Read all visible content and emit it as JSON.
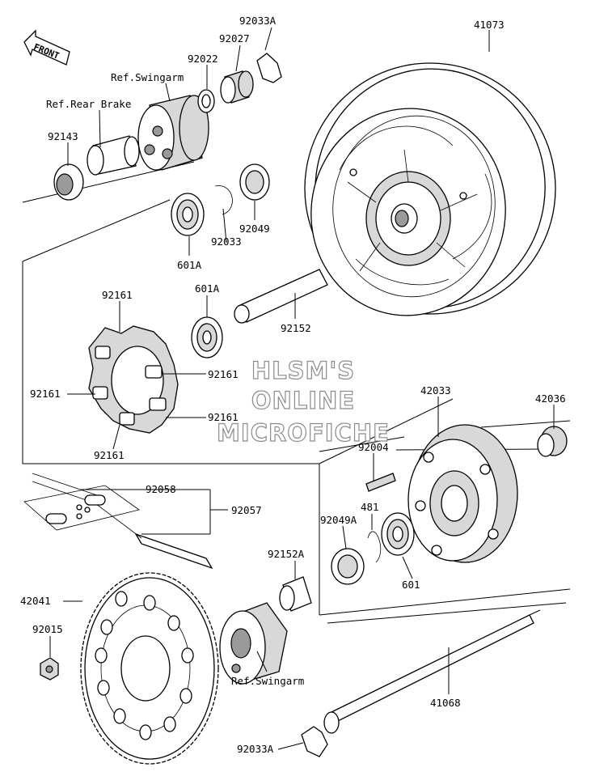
{
  "watermark": {
    "line1": "HLSM'S",
    "line2": "ONLINE",
    "line3": "MICROFICHE"
  },
  "front_indicator": "FRONT",
  "callouts": {
    "p41073": "41073",
    "p92033A_top": "92033A",
    "p92027": "92027",
    "p92022": "92022",
    "ref_swingarm_top": "Ref.Swingarm",
    "ref_rear_brake": "Ref.Rear Brake",
    "p92143": "92143",
    "p92049": "92049",
    "p92033": "92033",
    "p601A_left": "601A",
    "p601A_mid": "601A",
    "p92152": "92152",
    "p92161_top": "92161",
    "p92161_right1": "92161",
    "p92161_left": "92161",
    "p92161_right2": "92161",
    "p92161_bottom": "92161",
    "p42033": "42033",
    "p42036": "42036",
    "p92004": "92004",
    "p92058": "92058",
    "p92057": "92057",
    "p481": "481",
    "p92049A": "92049A",
    "p92152A": "92152A",
    "p601": "601",
    "p42041": "42041",
    "p92015": "92015",
    "ref_swingarm_bottom": "Ref.Swingarm",
    "p41068": "41068",
    "p92033A_bottom": "92033A"
  }
}
